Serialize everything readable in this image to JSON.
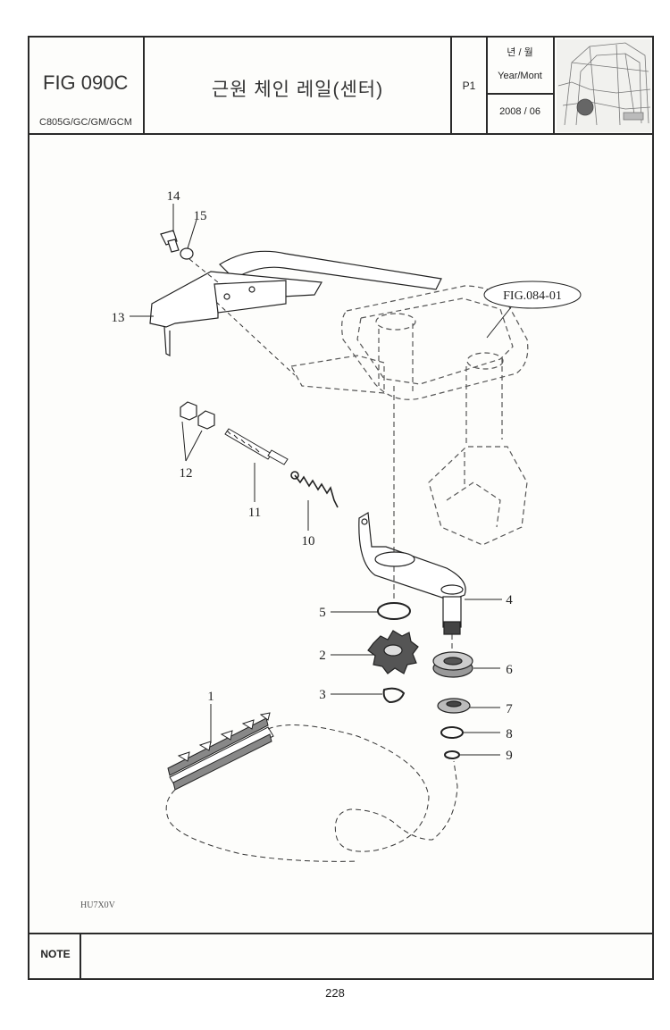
{
  "header": {
    "fig_code": "FIG 090C",
    "model": "C805G/GC/GM/GCM",
    "title": "근원 체인 레일(센터)",
    "page": "P1",
    "year_month_ko": "년 / 월",
    "year_month_en": "Year/Mont",
    "date": "2008 / 06"
  },
  "diagram": {
    "reference_label": "FIG.084-01",
    "callouts": [
      "1",
      "2",
      "3",
      "4",
      "5",
      "6",
      "7",
      "8",
      "9",
      "10",
      "11",
      "12",
      "13",
      "14",
      "15"
    ],
    "drawing_code": "HU7X0V"
  },
  "footer": {
    "note_label": "NOTE",
    "page_number": "228"
  }
}
